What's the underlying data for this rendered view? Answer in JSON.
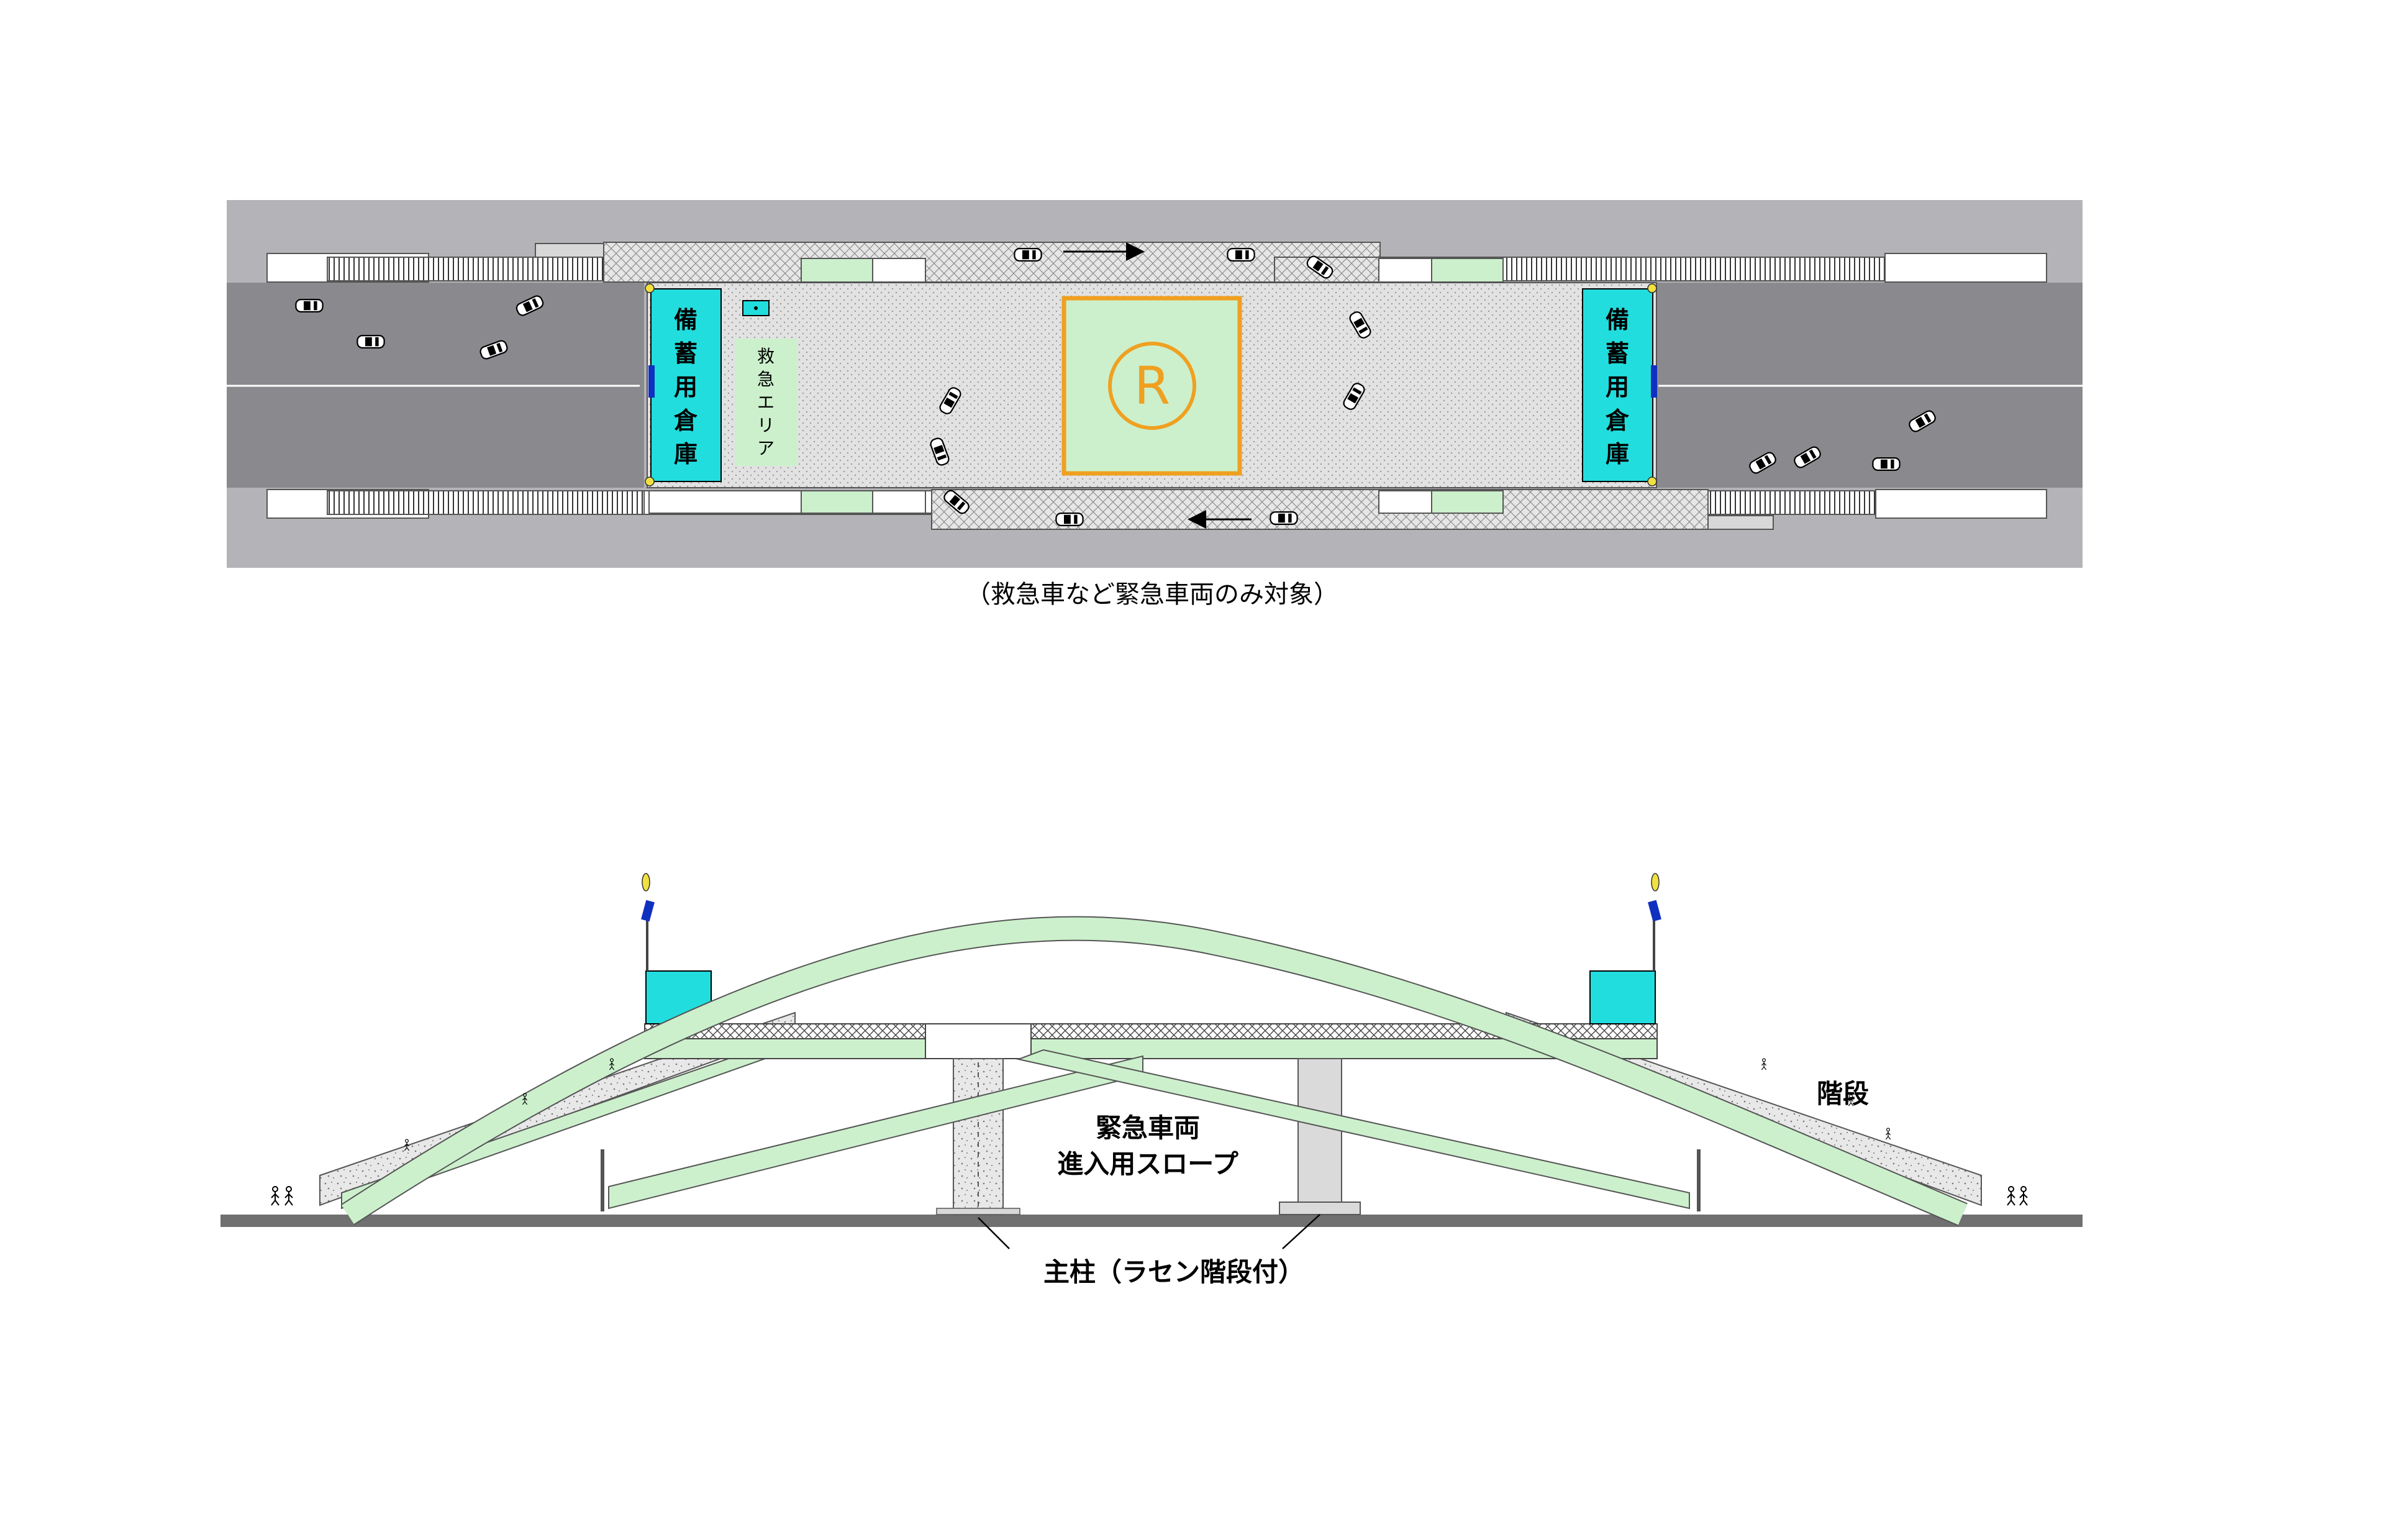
{
  "plan": {
    "warehouse_left": [
      "備",
      "蓄",
      "用",
      "倉",
      "庫"
    ],
    "warehouse_right": [
      "備",
      "蓄",
      "用",
      "倉",
      "庫"
    ],
    "rescue_area": [
      "救",
      "急",
      "エ",
      "リ",
      "ア"
    ],
    "helipad_mark": "R",
    "caption": "（救急車など緊急車両のみ対象）"
  },
  "elevation": {
    "stairs_label": "階段",
    "ramp_label_line1": "緊急車両",
    "ramp_label_line2": "進入用スロープ",
    "pillar_label": "主柱（ラセン階段付）"
  },
  "colors": {
    "background_gray": "#b4b4b8",
    "road_gray": "#8a8a8e",
    "deck_light": "#d8d8d8",
    "green": "#ccf0cc",
    "cyan": "#22dddd",
    "orange": "#f0a020",
    "ground": "#707070",
    "blue": "#1030c0",
    "yellow": "#f0e040"
  }
}
